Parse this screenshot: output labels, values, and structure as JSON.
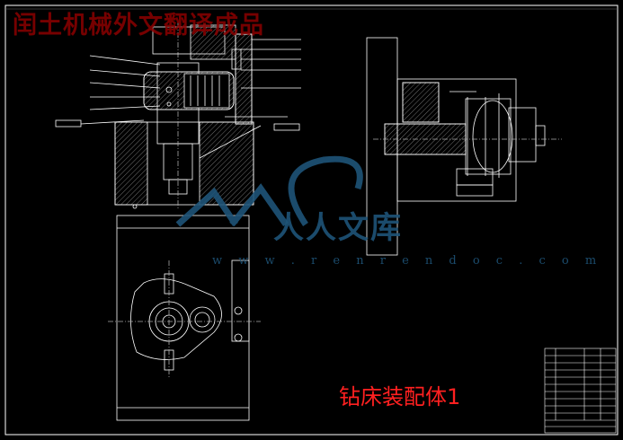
{
  "header": {
    "title": "闰土机械外文翻译成品"
  },
  "watermark": {
    "name": "人人文库",
    "url": "w w w . r e n r e n d o c . c o m"
  },
  "drawing": {
    "title": "钻床装配体1"
  },
  "colors": {
    "background": "#000000",
    "line": "#ffffff",
    "title_overlay": "#8b0000",
    "watermark": "#1e5478",
    "drawing_title": "#ff2020"
  }
}
